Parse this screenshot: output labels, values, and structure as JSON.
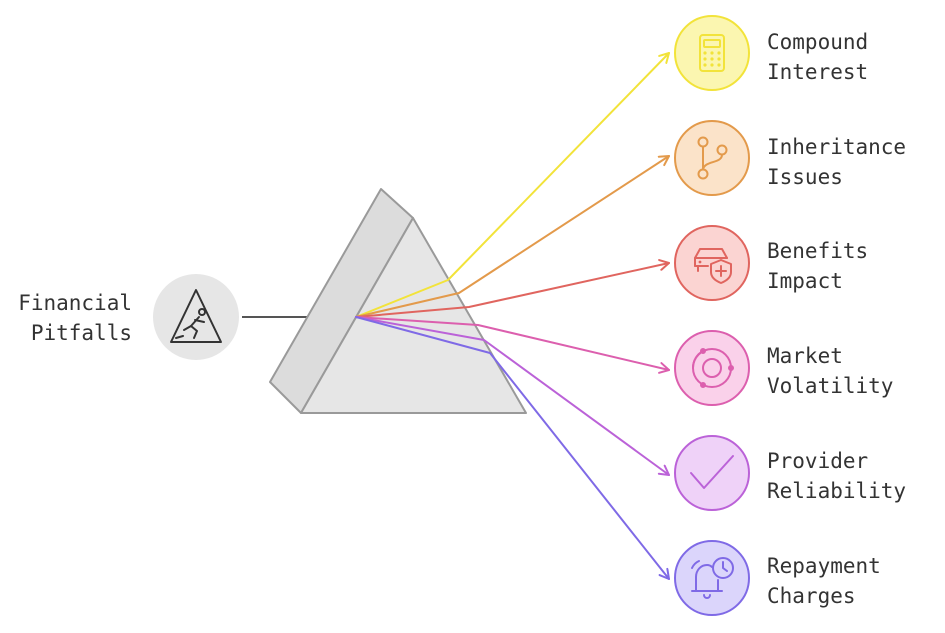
{
  "source": {
    "line1": "Financial",
    "line2": "Pitfalls",
    "icon": "fall-hazard-warning-icon"
  },
  "beam_color": "#555555",
  "prism_color": "#e6e6e6",
  "outputs": [
    {
      "line1": "Compound",
      "line2": "Interest",
      "icon": "calculator-icon",
      "color": "#f2e33a",
      "fill": "#fbf6b0"
    },
    {
      "line1": "Inheritance",
      "line2": "Issues",
      "icon": "branch-icon",
      "color": "#e39a4b",
      "fill": "#fbe3c9"
    },
    {
      "line1": "Benefits",
      "line2": "Impact",
      "icon": "car-insurance-icon",
      "color": "#e0655f",
      "fill": "#fbd4d2"
    },
    {
      "line1": "Market",
      "line2": "Volatility",
      "icon": "cycle-icon",
      "color": "#dc5fae",
      "fill": "#fad1ea"
    },
    {
      "line1": "Provider",
      "line2": "Reliability",
      "icon": "checkmark-icon",
      "color": "#bb62d8",
      "fill": "#efd2f8"
    },
    {
      "line1": "Repayment",
      "line2": "Charges",
      "icon": "bell-clock-icon",
      "color": "#7f6ae6",
      "fill": "#dbd5fb"
    }
  ]
}
